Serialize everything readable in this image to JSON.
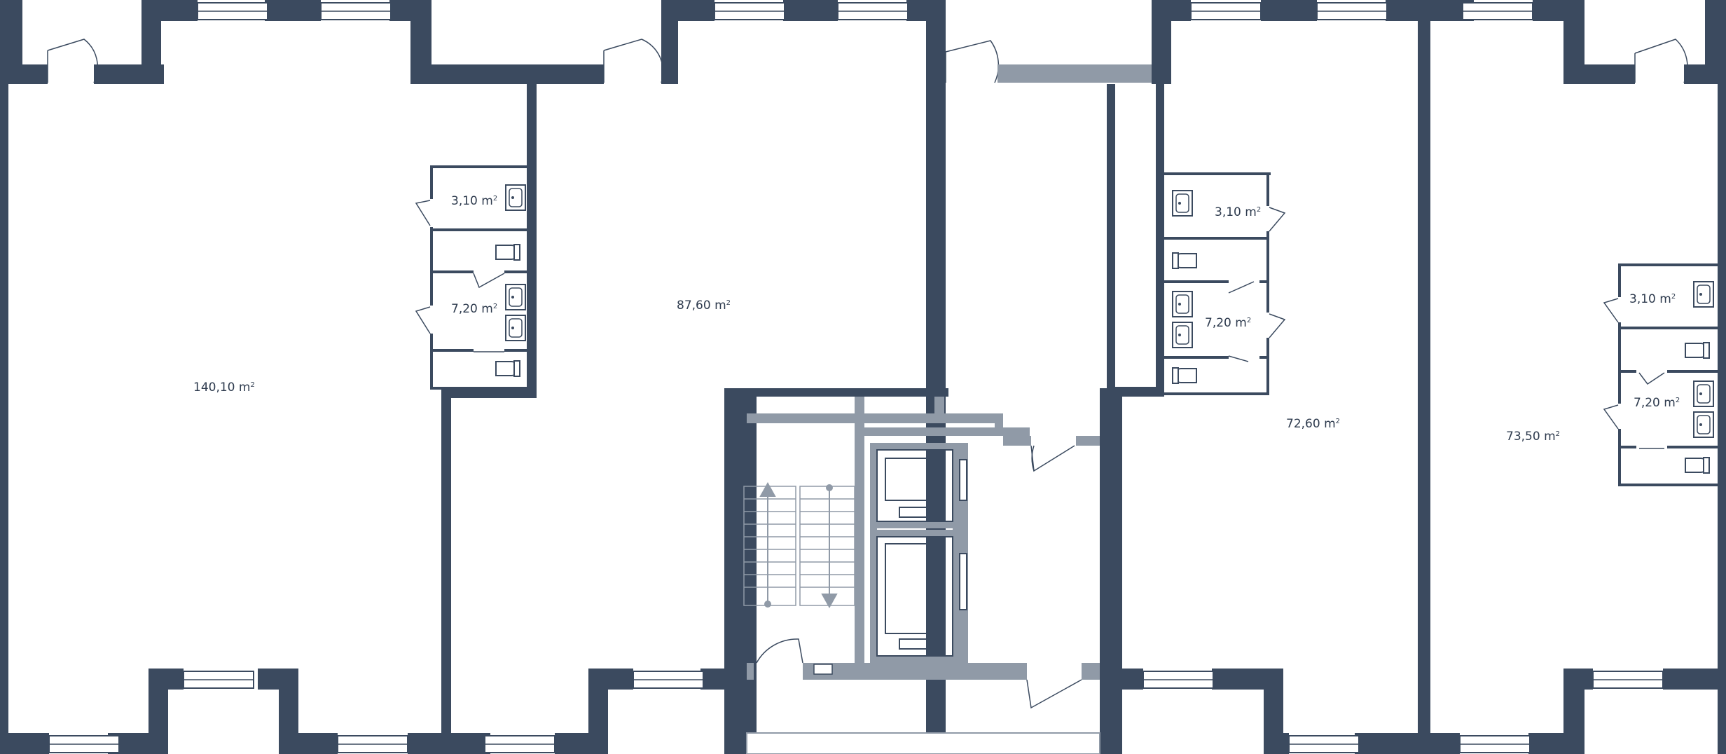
{
  "floor_plan": {
    "colors": {
      "wall": "#3b4a5f",
      "partition": "#909aa7",
      "fixture": "#3b4a5f",
      "background": "#ffffff",
      "text": "#2e3b4e"
    },
    "units": {
      "unit_1": {
        "area": "140,10 m",
        "sup": "2"
      },
      "unit_2": {
        "area": "87,60 m",
        "sup": "2"
      },
      "unit_3": {
        "area": "72,60 m",
        "sup": "2"
      },
      "unit_4": {
        "area": "73,50 m",
        "sup": "2"
      }
    },
    "bathrooms": {
      "unit_1_wc_small": {
        "area": "3,10 m",
        "sup": "2"
      },
      "unit_1_wc_large": {
        "area": "7,20 m",
        "sup": "2"
      },
      "unit_3_wc_small": {
        "area": "3,10 m",
        "sup": "2"
      },
      "unit_3_wc_large": {
        "area": "7,20 m",
        "sup": "2"
      },
      "unit_4_wc_small": {
        "area": "3,10 m",
        "sup": "2"
      },
      "unit_4_wc_large": {
        "area": "7,20 m",
        "sup": "2"
      }
    },
    "icons": [
      "door-swing-icon",
      "window-icon",
      "sink-icon",
      "toilet-icon",
      "stair-arrow-icon",
      "elevator-icon"
    ]
  }
}
